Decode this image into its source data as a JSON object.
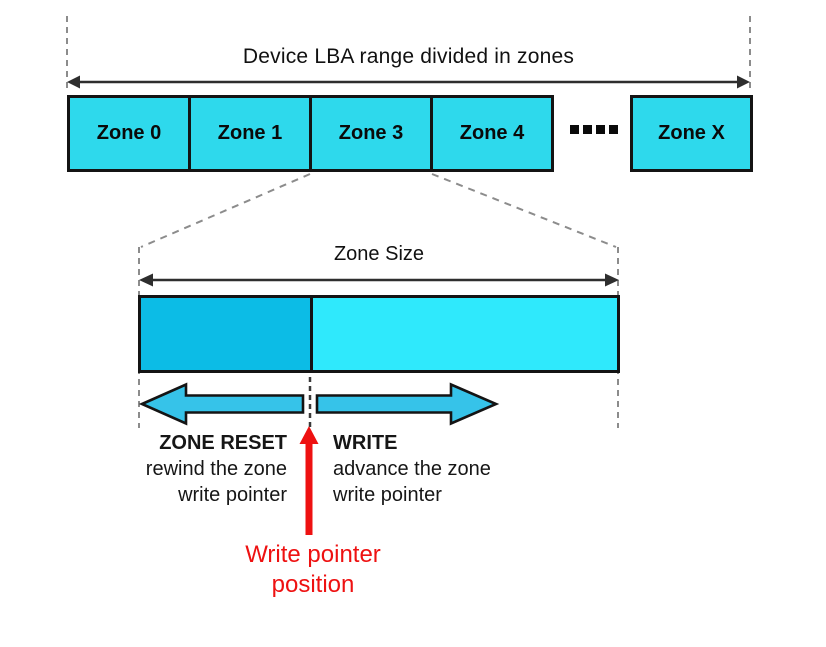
{
  "title": "Device LBA range divided in zones",
  "zones": {
    "items": [
      "Zone 0",
      "Zone 1",
      "Zone 3",
      "Zone 4",
      "Zone X"
    ]
  },
  "zoom_view": {
    "size_label": "Zone Size"
  },
  "operations": {
    "reset": {
      "name": "ZONE RESET",
      "line1": "rewind the zone",
      "line2": "write pointer"
    },
    "write": {
      "name": "WRITE",
      "line1": "advance the zone",
      "line2": "write pointer"
    }
  },
  "write_pointer": {
    "line1": "Write pointer",
    "line2": "position"
  },
  "colors": {
    "zone_fill": "#2ED9EC",
    "written_fill": "#0CBCE6",
    "unwritten_fill": "#2FE9FC",
    "op_arrow_fill": "#36C3E9",
    "pointer_red": "#EE1111"
  }
}
